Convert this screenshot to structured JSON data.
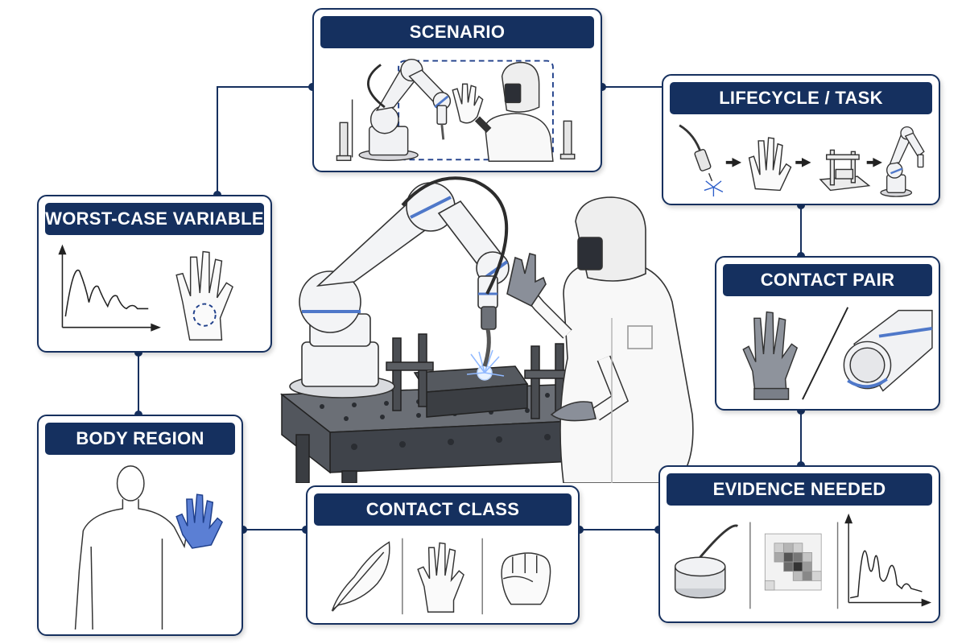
{
  "panels": {
    "scenario": {
      "title": "SCENARIO"
    },
    "lifecycle_task": {
      "title": "LIFECYCLE / TASK"
    },
    "worst_case_variable": {
      "title": "WORST-CASE VARIABLE"
    },
    "contact_pair": {
      "title": "CONTACT PAIR"
    },
    "body_region": {
      "title": "BODY REGION"
    },
    "contact_class": {
      "title": "CONTACT CLASS"
    },
    "evidence_needed": {
      "title": "EVIDENCE NEEDED"
    }
  },
  "colors": {
    "header_navy": "#15305f",
    "border_navy": "#16305e",
    "glove_blue": "#5b7fd4",
    "robot_band_blue": "#4f78c9",
    "line_gray": "#333333"
  },
  "icons": [
    "collaborative-robot-icon",
    "welder-icon",
    "welding-torch-icon",
    "raised-hand-icon",
    "fixture-icon",
    "waveform-icon",
    "palm-region-icon",
    "glove-icon",
    "robot-elbow-icon",
    "body-outline-icon",
    "feather-icon",
    "open-hand-icon",
    "fist-icon",
    "force-sensor-icon",
    "pressure-grid-icon",
    "force-signal-icon"
  ]
}
